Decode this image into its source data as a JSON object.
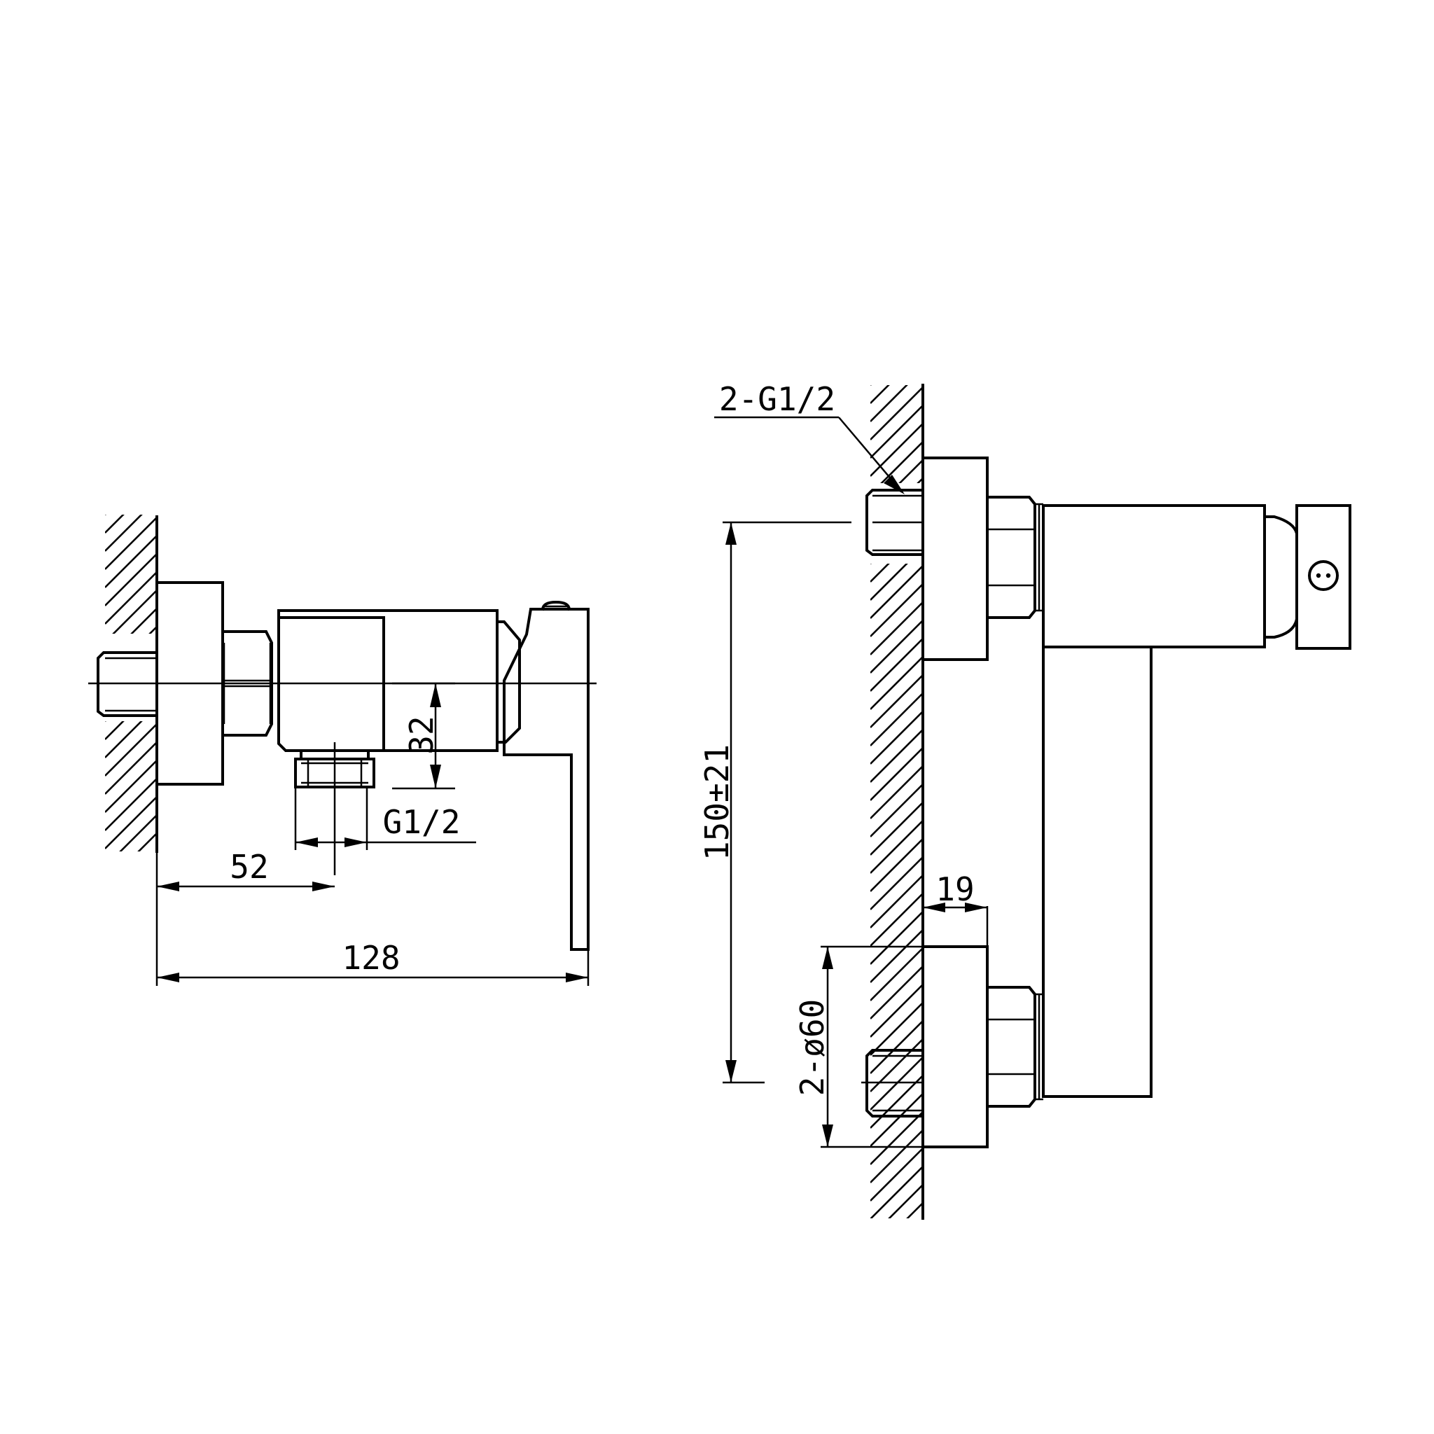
{
  "dimensions": {
    "left_view": {
      "overall_length": "128",
      "outlet_offset": "52",
      "outlet_height": "32",
      "outlet_thread": "G1/2"
    },
    "right_view": {
      "inlet_thread": "2-G1/2",
      "inlet_spacing": "150±21",
      "flange_diameter": "2-ø60",
      "flange_depth": "19"
    }
  },
  "colors": {
    "line": "#000000",
    "background": "#ffffff"
  }
}
